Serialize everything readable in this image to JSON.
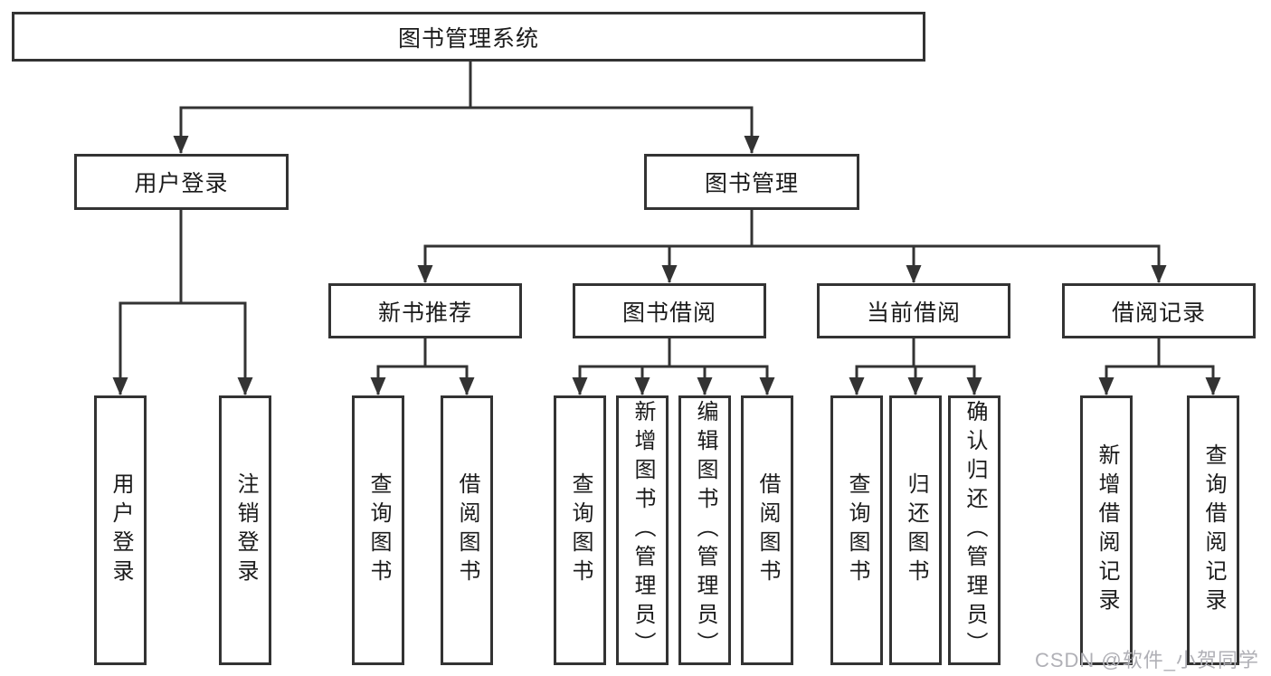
{
  "diagram": {
    "root": {
      "label": "图书管理系统"
    },
    "level2": {
      "user_login": {
        "label": "用户登录"
      },
      "book_management": {
        "label": "图书管理"
      }
    },
    "level3": {
      "new_book_recommend": {
        "label": "新书推荐"
      },
      "book_borrow": {
        "label": "图书借阅"
      },
      "current_borrow": {
        "label": "当前借阅"
      },
      "borrow_records": {
        "label": "借阅记录"
      }
    },
    "leaves": {
      "user_login": [
        "用户登录",
        "注销登录"
      ],
      "new_book_recommend": [
        "查询图书",
        "借阅图书"
      ],
      "book_borrow": [
        "查询图书",
        "新增图书（管理员）",
        "编辑图书（管理员）",
        "借阅图书"
      ],
      "current_borrow": [
        "查询图书",
        "归还图书",
        "确认归还（管理员）"
      ],
      "borrow_records": [
        "新增借阅记录",
        "查询借阅记录"
      ]
    }
  },
  "watermark": {
    "text": "CSDN @软件_小贺同学"
  },
  "colors": {
    "line": "#333333",
    "text": "#1b1b1b",
    "box_background": "#ffffff",
    "watermark": "#b0b0b6"
  }
}
